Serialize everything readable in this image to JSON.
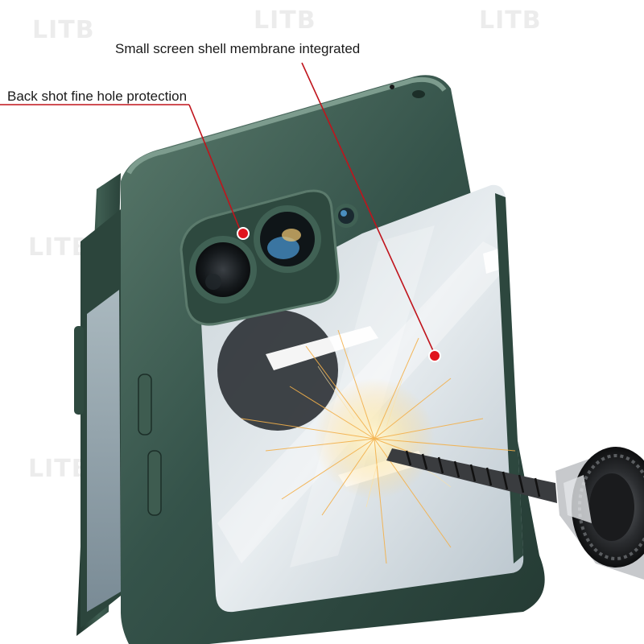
{
  "callouts": {
    "top_label": "Small screen shell membrane integrated",
    "left_label": "Back shot fine hole protection"
  },
  "watermark": "LITB",
  "colors": {
    "case_green": "#2f4a40",
    "case_green_light": "#4d6b5e",
    "callout_line": "#c0141c",
    "callout_dot": "#e0141c"
  }
}
